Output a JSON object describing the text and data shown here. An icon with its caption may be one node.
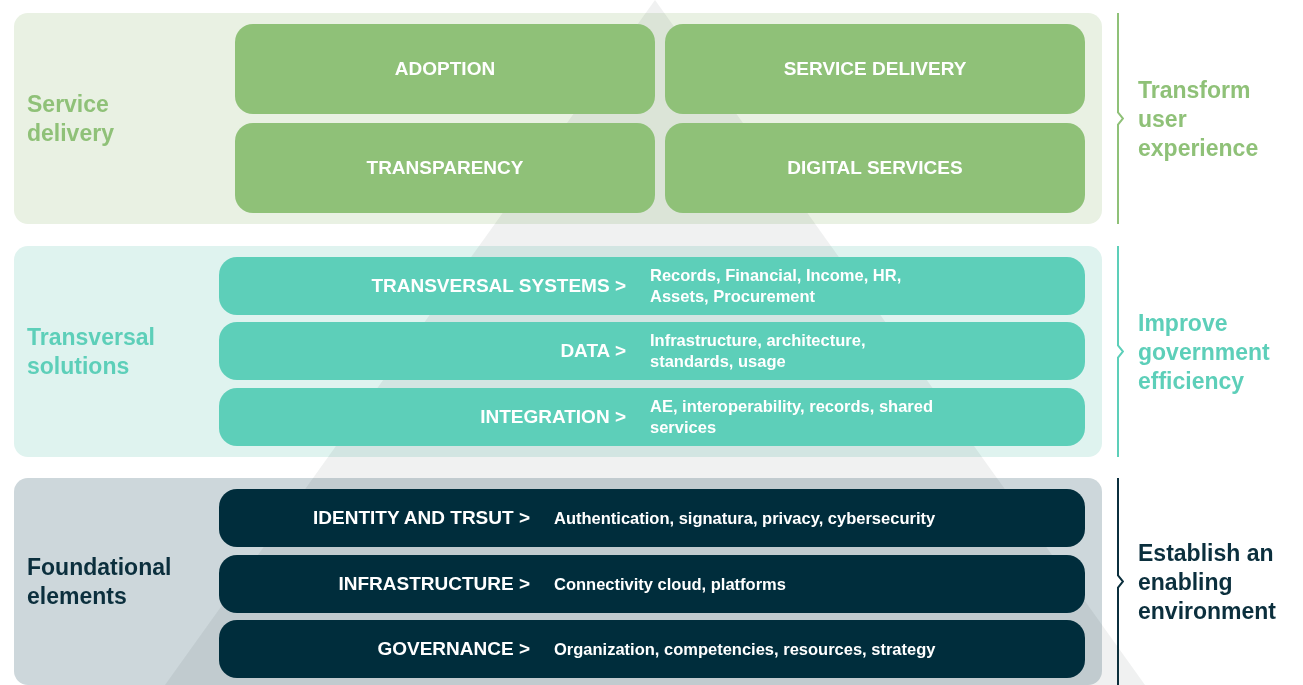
{
  "diagram": {
    "nodes": [
      {
        "text": [
          "Service delivery"
        ]
      },
      {
        "text": [
          "ADOPTION"
        ],
        "in": 0
      },
      {
        "text": [
          "SERVICE DELIVERY"
        ],
        "in": 0
      },
      {
        "text": [
          "TRANSPARENCY"
        ],
        "in": 0
      },
      {
        "text": [
          "DIGITAL SERVICES"
        ],
        "in": 0
      },
      {
        "text": [
          "Transversal solutions"
        ]
      },
      {
        "text": [
          "TRANSVERSAL SYSTEMS >",
          "Records, Financial, Income, HR, Assets, Procurement"
        ],
        "in": 5
      },
      {
        "text": [
          "DATA >",
          "Infrastructure, architecture, standards, usage"
        ],
        "in": 5
      },
      {
        "text": [
          "INTEGRATION >",
          "AE, interoperability, records, shared services"
        ],
        "in": 5
      },
      {
        "text": [
          "Foundational elements"
        ]
      },
      {
        "text": [
          "IDENTITY AND TRSUT >",
          "Authentication, signatura, privacy, cybersecurity"
        ],
        "in": 9
      },
      {
        "text": [
          "INFRASTRUCTURE >",
          "Connectivity cloud, platforms"
        ],
        "in": 9
      },
      {
        "text": [
          "GOVERNANCE >",
          "Organization, competencies, resources, strategy"
        ],
        "in": 9
      }
    ],
    "labels": [
      "Transform user experience",
      "Improve government efficiency",
      "Establish an enabling environment"
    ]
  }
}
